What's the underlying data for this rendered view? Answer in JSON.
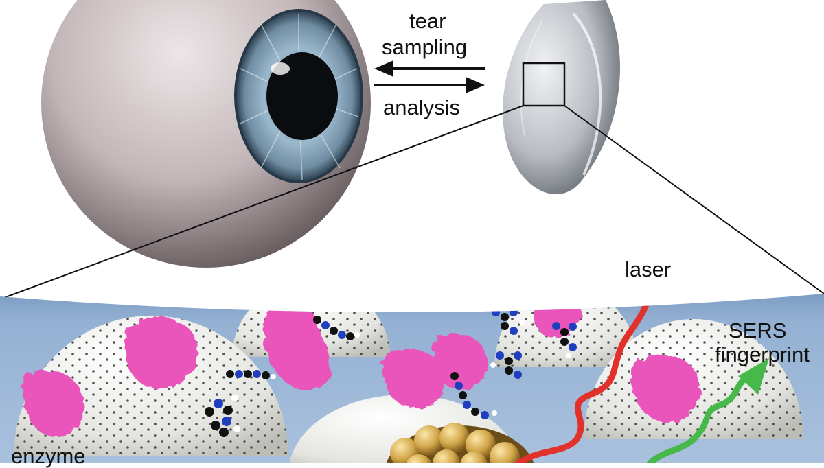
{
  "labels": {
    "tear": "tear",
    "sampling": "sampling",
    "analysis": "analysis",
    "laser": "laser",
    "sers": "SERS",
    "fingerprint": "fingerprint",
    "enzyme": "enzyme"
  },
  "colors": {
    "eyeball": "#b0a2a5",
    "iris": "#7e9cb3",
    "pupil": "#0b0c10",
    "lens": "#a9adb3",
    "liquid": "#8aa9cc",
    "dome": "#e6e6e2",
    "enzyme": "#ea55bb",
    "laser": "#e2312a",
    "sers": "#47b84a",
    "gold": "#c69a3f",
    "arrow": "#111111"
  },
  "icons": {
    "eye": "eyeball-icon",
    "lens": "contact-lens-icon"
  }
}
